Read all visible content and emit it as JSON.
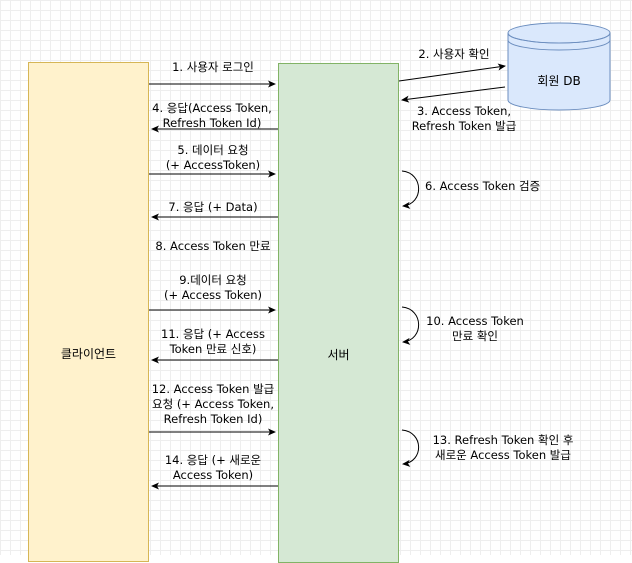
{
  "lanes": {
    "client": "클라이언트",
    "server": "서버"
  },
  "database": {
    "label": "회원 DB"
  },
  "steps": {
    "s1": "1. 사용자 로그인",
    "s2": "2. 사용자 확인",
    "s3": "3. Access Token,\nRefresh Token 발급",
    "s4": "4. 응답(Access Token,\nRefresh Token Id)",
    "s5": "5. 데이터 요청\n(+ AccessToken)",
    "s6": "6. Access Token 검증",
    "s7": "7. 응답 (+ Data)",
    "s8": "8. Access Token 만료",
    "s9": "9.데이터 요청\n(+ Access Token)",
    "s10": "10. Access Token\n만료 확인",
    "s11": "11. 응답 (+ Access\nToken 만료 신호)",
    "s12": "12. Access Token 발급\n요청 (+ Access Token,\nRefresh Token Id)",
    "s13": "13. Refresh Token 확인 후\n새로운 Access Token 발급",
    "s14": "14. 응답 (+ 새로운\nAccess Token)"
  },
  "colors": {
    "client_fill": "#fff2cc",
    "client_stroke": "#d6b656",
    "server_fill": "#d5e8d4",
    "server_stroke": "#82b366",
    "db_fill": "#dae8fc",
    "db_stroke": "#6c8ebf"
  }
}
